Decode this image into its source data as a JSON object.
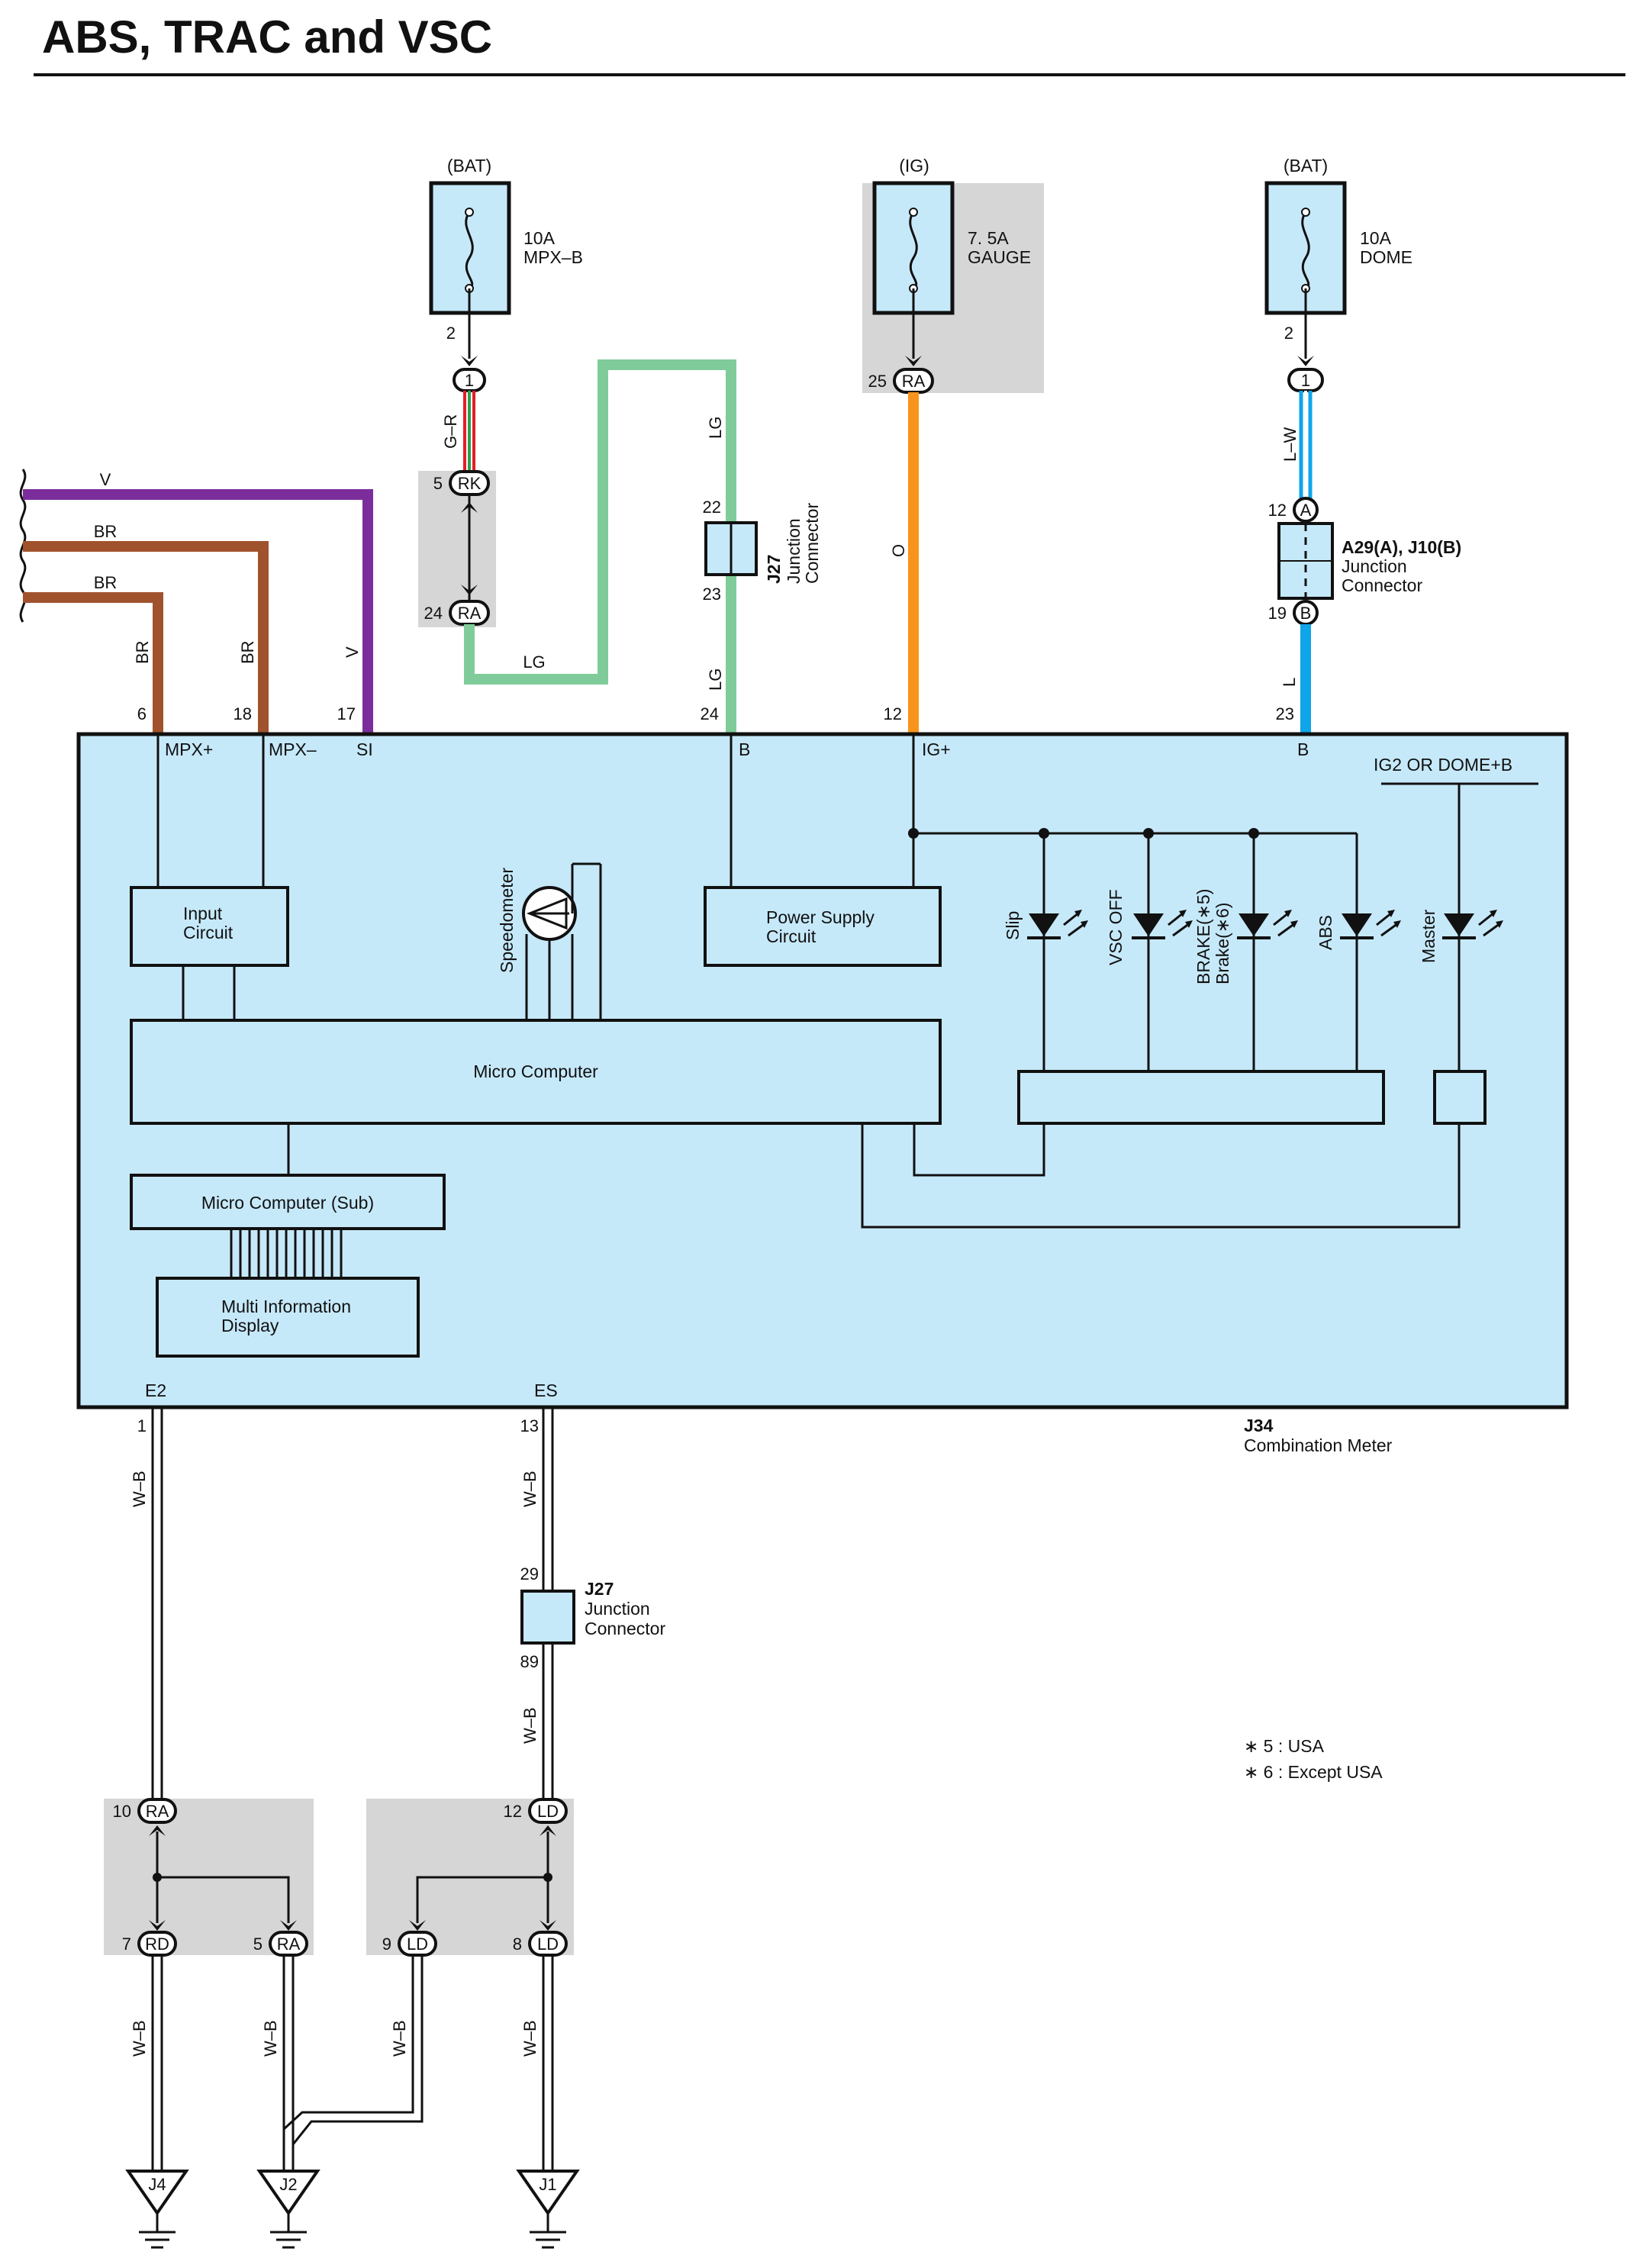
{
  "title": "ABS, TRAC and VSC",
  "fuses": [
    {
      "supply": "(BAT)",
      "amp": "10A",
      "name": "MPX–B",
      "pin": "2",
      "conn": "1"
    },
    {
      "supply": "(IG)",
      "amp": "7. 5A",
      "name": "GAUGE",
      "pin": "25",
      "conn": "RA"
    },
    {
      "supply": "(BAT)",
      "amp": "10A",
      "name": "DOME",
      "pin": "2",
      "conn": "1"
    }
  ],
  "wires": {
    "v": "V",
    "br": "BR",
    "gr": "G–R",
    "lg": "LG",
    "o": "O",
    "lw": "L–W",
    "l": "L",
    "wb": "W–B"
  },
  "connectors": {
    "rk": "RK",
    "rk_pin": "5",
    "ra": "RA",
    "ra_pin": "24",
    "j27_top": {
      "id": "J27",
      "label1": "Junction",
      "label2": "Connector",
      "pin_a": "22",
      "pin_b": "23"
    },
    "a29": {
      "id": "A29(A), J10(B)",
      "label1": "Junction",
      "label2": "Connector",
      "a": "A",
      "b": "B",
      "pin_a": "12",
      "pin_b": "19"
    },
    "j27_bottom": {
      "id": "J27",
      "label1": "Junction",
      "label2": "Connector",
      "pin_a": "29",
      "pin_b": "89"
    }
  },
  "meter": {
    "id": "J34",
    "name": "Combination Meter",
    "pins_top": [
      {
        "num": "6",
        "label": "MPX+"
      },
      {
        "num": "18",
        "label": "MPX–"
      },
      {
        "num": "17",
        "label": "SI"
      },
      {
        "num": "24",
        "label": "B"
      },
      {
        "num": "12",
        "label": "IG+"
      },
      {
        "num": "23",
        "label": "B"
      }
    ],
    "pins_bottom": [
      {
        "num": "1",
        "label": "E2"
      },
      {
        "num": "13",
        "label": "ES"
      }
    ],
    "ig2_label": "IG2 OR DOME+B",
    "blocks": {
      "input1": "Input",
      "input2": "Circuit",
      "power1": "Power Supply",
      "power2": "Circuit",
      "micro": "Micro Computer",
      "micro_sub": "Micro Computer (Sub)",
      "mid1": "Multi Information",
      "mid2": "Display",
      "speedo": "Speedometer"
    },
    "leds": [
      "Slip",
      "VSC OFF",
      "BRAKE(∗5)",
      "Brake(∗6)",
      "ABS",
      "Master"
    ]
  },
  "splices": {
    "left": {
      "top_pin": "10",
      "top": "RA",
      "bl_pin": "7",
      "bl": "RD",
      "br_pin": "5",
      "br": "RA"
    },
    "right": {
      "top_pin": "12",
      "top": "LD",
      "bl_pin": "9",
      "bl": "LD",
      "br_pin": "8",
      "br": "LD"
    }
  },
  "grounds": [
    "J4",
    "J2",
    "J1"
  ],
  "notes": [
    "∗ 5 : USA",
    "∗ 6 : Except USA"
  ],
  "colors": {
    "box_fill": "#c6e9fa",
    "gray": "#d6d6d6",
    "violet": "#7b2d9c",
    "brown": "#a0522d",
    "light_green": "#7fcc9a",
    "orange": "#f7941d",
    "blue": "#0ea5e9",
    "red": "#e31e24",
    "green": "#2e9e4f"
  }
}
